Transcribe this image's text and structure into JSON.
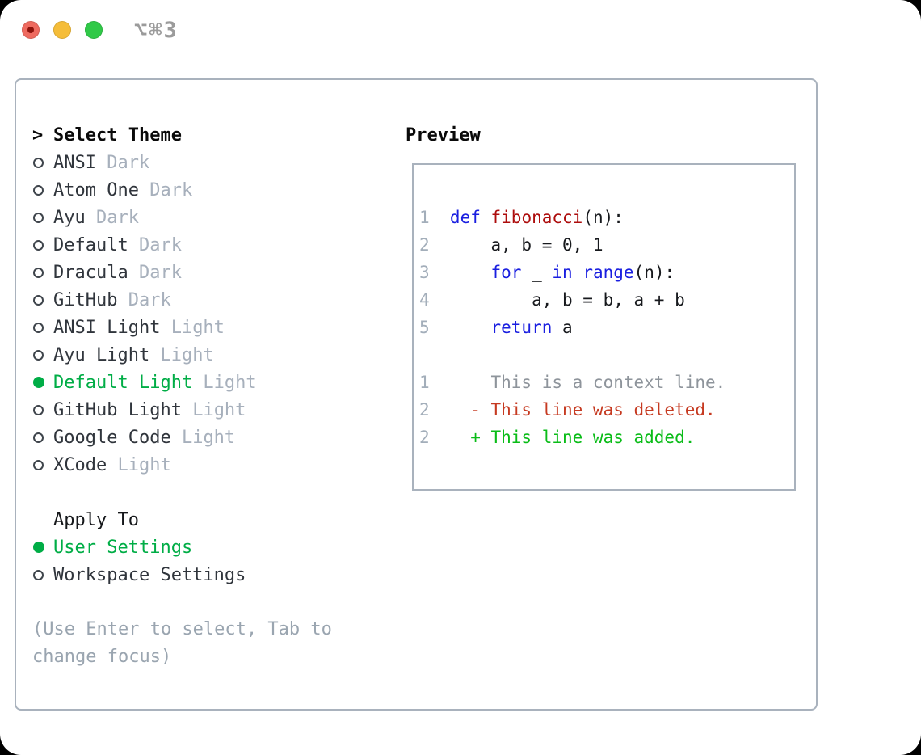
{
  "window": {
    "shortcut_label": "⌥⌘3"
  },
  "colors": {
    "traffic_red": "#ee6a5f",
    "traffic_yellow": "#f5bd39",
    "traffic_green": "#30c948",
    "panel_border": "#a9b2bd",
    "selection_green": "#00ad46",
    "keyword_blue": "#1a1fe0",
    "function_red": "#ad0d0d",
    "deleted_red": "#c63a21",
    "added_green": "#0abc18",
    "muted_gray": "#a7b0bc",
    "line_number_gray": "#a3aeba"
  },
  "theme_panel": {
    "header_indicator": ">",
    "header": "Select Theme",
    "themes": [
      {
        "name": "ANSI",
        "variant": "Dark",
        "selected": false
      },
      {
        "name": "Atom One",
        "variant": "Dark",
        "selected": false
      },
      {
        "name": "Ayu",
        "variant": "Dark",
        "selected": false
      },
      {
        "name": "Default",
        "variant": "Dark",
        "selected": false
      },
      {
        "name": "Dracula",
        "variant": "Dark",
        "selected": false
      },
      {
        "name": "GitHub",
        "variant": "Dark",
        "selected": false
      },
      {
        "name": "ANSI Light",
        "variant": "Light",
        "selected": false
      },
      {
        "name": "Ayu Light",
        "variant": "Light",
        "selected": false
      },
      {
        "name": "Default Light",
        "variant": "Light",
        "selected": true
      },
      {
        "name": "GitHub Light",
        "variant": "Light",
        "selected": false
      },
      {
        "name": "Google Code",
        "variant": "Light",
        "selected": false
      },
      {
        "name": "XCode",
        "variant": "Light",
        "selected": false
      }
    ],
    "apply_to": {
      "header": "Apply To",
      "options": [
        {
          "label": "User Settings",
          "selected": true
        },
        {
          "label": "Workspace Settings",
          "selected": false
        }
      ]
    },
    "hint": "(Use Enter to select, Tab to change focus)"
  },
  "preview": {
    "header": "Preview",
    "lines": [
      {
        "num": "1",
        "segments": [
          {
            "text": "def",
            "style": "keyword"
          },
          {
            "text": " ",
            "style": "code"
          },
          {
            "text": "fibonacci",
            "style": "function"
          },
          {
            "text": "(n):",
            "style": "code"
          }
        ]
      },
      {
        "num": "2",
        "segments": [
          {
            "text": "    a, b = 0, 1",
            "style": "code"
          }
        ]
      },
      {
        "num": "3",
        "segments": [
          {
            "text": "    ",
            "style": "code"
          },
          {
            "text": "for",
            "style": "keyword"
          },
          {
            "text": " _ ",
            "style": "code"
          },
          {
            "text": "in",
            "style": "keyword"
          },
          {
            "text": " ",
            "style": "code"
          },
          {
            "text": "range",
            "style": "keyword"
          },
          {
            "text": "(n):",
            "style": "code"
          }
        ]
      },
      {
        "num": "4",
        "segments": [
          {
            "text": "        a, b = b, a + b",
            "style": "code"
          }
        ]
      },
      {
        "num": "5",
        "segments": [
          {
            "text": "    ",
            "style": "code"
          },
          {
            "text": "return",
            "style": "keyword"
          },
          {
            "text": " a",
            "style": "code"
          }
        ]
      },
      {
        "num": "",
        "segments": []
      },
      {
        "num": "1",
        "segments": [
          {
            "text": "    This is a context line.",
            "style": "context"
          }
        ]
      },
      {
        "num": "2",
        "segments": [
          {
            "text": "  - This line was deleted.",
            "style": "deleted"
          }
        ]
      },
      {
        "num": "2",
        "segments": [
          {
            "text": "  + This line was added.",
            "style": "added"
          }
        ]
      }
    ]
  }
}
